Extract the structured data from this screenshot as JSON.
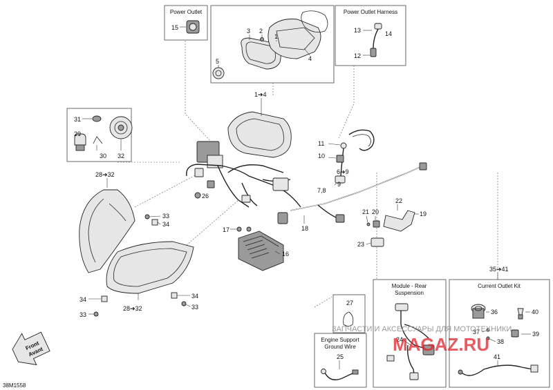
{
  "boxes": {
    "power_outlet": "Power Outlet",
    "power_outlet_harness": "Power Outlet Harness",
    "module_rear_1": "Module - Rear",
    "module_rear_2": "Suspension",
    "current_outlet_kit": "Current Outlet Kit",
    "engine_support_1": "Engine Support",
    "engine_support_2": "Ground Wire"
  },
  "callouts": {
    "c15": "15",
    "c3": "3",
    "c2": "2",
    "c1": "1",
    "c4": "4",
    "c5": "5",
    "c13": "13",
    "c14": "14",
    "c12": "12",
    "c1to4": "1➔4",
    "c31": "31",
    "c29": "29",
    "c30": "30",
    "c32": "32",
    "c28a": "28➔32",
    "c11": "11",
    "c10": "10",
    "c6to9": "6➔9",
    "c7_8": "7,8",
    "c9": "9",
    "c26": "26",
    "c33a": "33",
    "c34a": "34",
    "c17": "17",
    "c16": "16",
    "c18": "18",
    "c21": "21",
    "c20": "20",
    "c22": "22",
    "c19": "19",
    "c23": "23",
    "c34b": "34",
    "c34c": "34",
    "c33b": "33",
    "c33c": "33",
    "c28b": "28➔32",
    "c27": "27",
    "c25": "25",
    "c24": "24",
    "c35to41": "35➔41",
    "c36": "36",
    "c40": "40",
    "c37": "37",
    "c38": "38",
    "c39": "39",
    "c41": "41"
  },
  "arrow": {
    "line1": "Front",
    "line2": "Avant"
  },
  "ref_code": "38M1558",
  "watermark": {
    "text": "ЗАПЧАСТИ И АКСЕССУАРЫ ДЛЯ МОТОТЕХНИКИ",
    "brand": "MAGAZ.RU"
  }
}
